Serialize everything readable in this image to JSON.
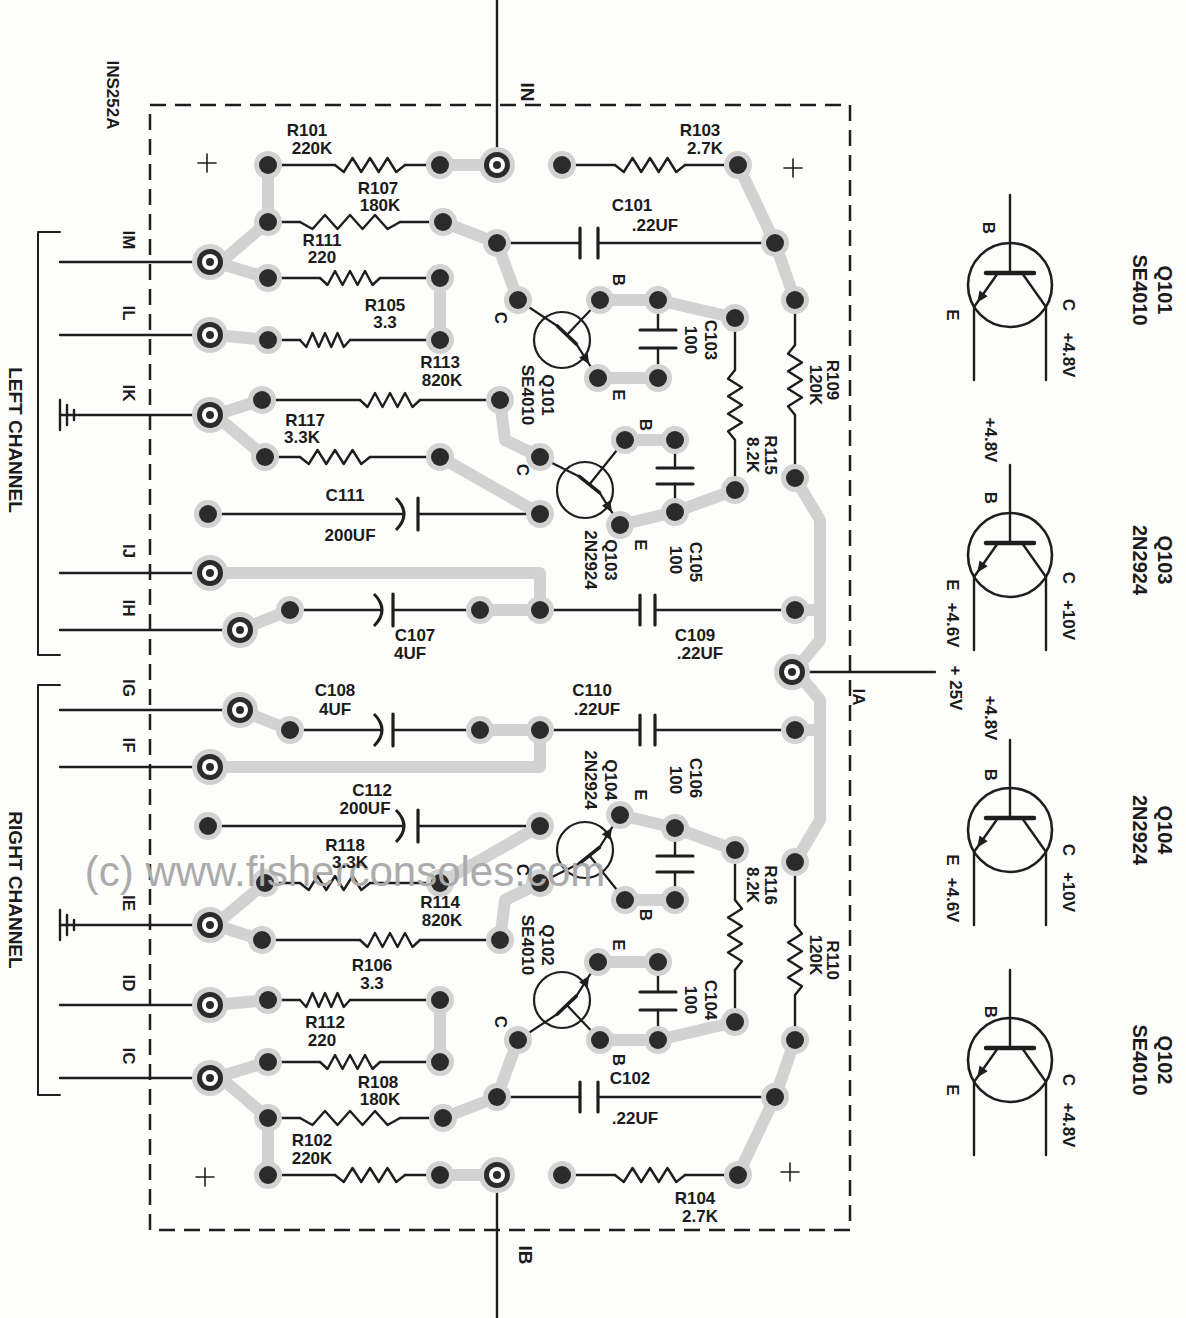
{
  "diagram": {
    "labels": [
      "INS252A",
      "IN",
      "R101",
      "220K",
      "R103",
      "2.7K",
      "R107",
      "180K",
      "C101",
      ".22UF",
      "IM",
      "R111",
      "220",
      "IL",
      "R105",
      "3.3",
      "IK",
      "R113",
      "820K",
      "R117",
      "3.3K",
      "C111",
      "200UF",
      "IJ",
      "IH",
      "C107",
      "4UF",
      "C109",
      ".22UF",
      "LEFT CHANNEL",
      "Q101",
      "SE4010",
      "C",
      "B",
      "E",
      "C103",
      "100",
      "R115",
      "8.2K",
      "R109",
      "120K",
      "B",
      "C",
      "E",
      "Q103",
      "2N2924",
      "C105",
      "100",
      "IA",
      "+ 25V",
      "IG",
      "C108",
      "4UF",
      "C110",
      ".22UF",
      "IF",
      "C112",
      "200UF",
      "Q104",
      "2N2924",
      "C",
      "E",
      "B",
      "C106",
      "100",
      "R118",
      "3.3K",
      "(c) www.fisherconsoles.com",
      "IE",
      "R114",
      "820K",
      "R116",
      "8.2K",
      "R110",
      "120K",
      "R106",
      "3.3",
      "ID",
      "R112",
      "220",
      "Q102",
      "SE4010",
      "C",
      "E",
      "B",
      "C104",
      "100",
      "IC",
      "R108",
      "180K",
      "C102",
      ".22UF",
      "R102",
      "220K",
      "R104",
      "2.7K",
      "IB",
      "RIGHT CHANNEL",
      "Q101",
      "SE4010",
      "B",
      "E",
      "C",
      "+4.8V",
      "Q103",
      "2N2924",
      "+4.8V",
      "B",
      "E",
      "C",
      "+10V",
      "+4.6V",
      "Q104",
      "2N2924",
      "+4.8V",
      "B",
      "E",
      "C",
      "+10V",
      "+4.6V",
      "Q102",
      "SE4010",
      "B",
      "E",
      "C",
      "+4.8V"
    ]
  }
}
